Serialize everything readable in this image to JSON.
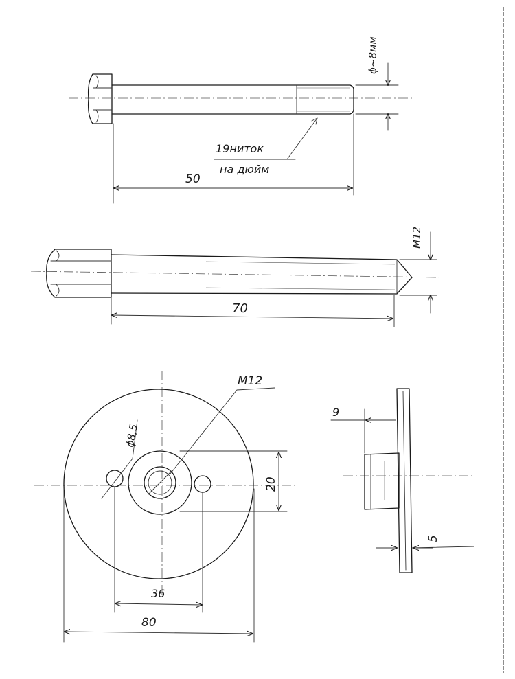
{
  "bolt_short": {
    "length_label": "50",
    "thread_note_line1": "19ниток",
    "thread_note_line2": "на дюйм",
    "diameter_label": "ϕ~8мм"
  },
  "bolt_long": {
    "length_label": "70",
    "thread_label": "M12"
  },
  "flange_front": {
    "thread_label": "M12",
    "hole_diameter_label": "ϕ8,5",
    "hole_spacing_label": "36",
    "outer_diameter_label": "80",
    "hub_diameter_label": "20"
  },
  "flange_side": {
    "hub_length_label": "9",
    "thickness_label": "5"
  }
}
